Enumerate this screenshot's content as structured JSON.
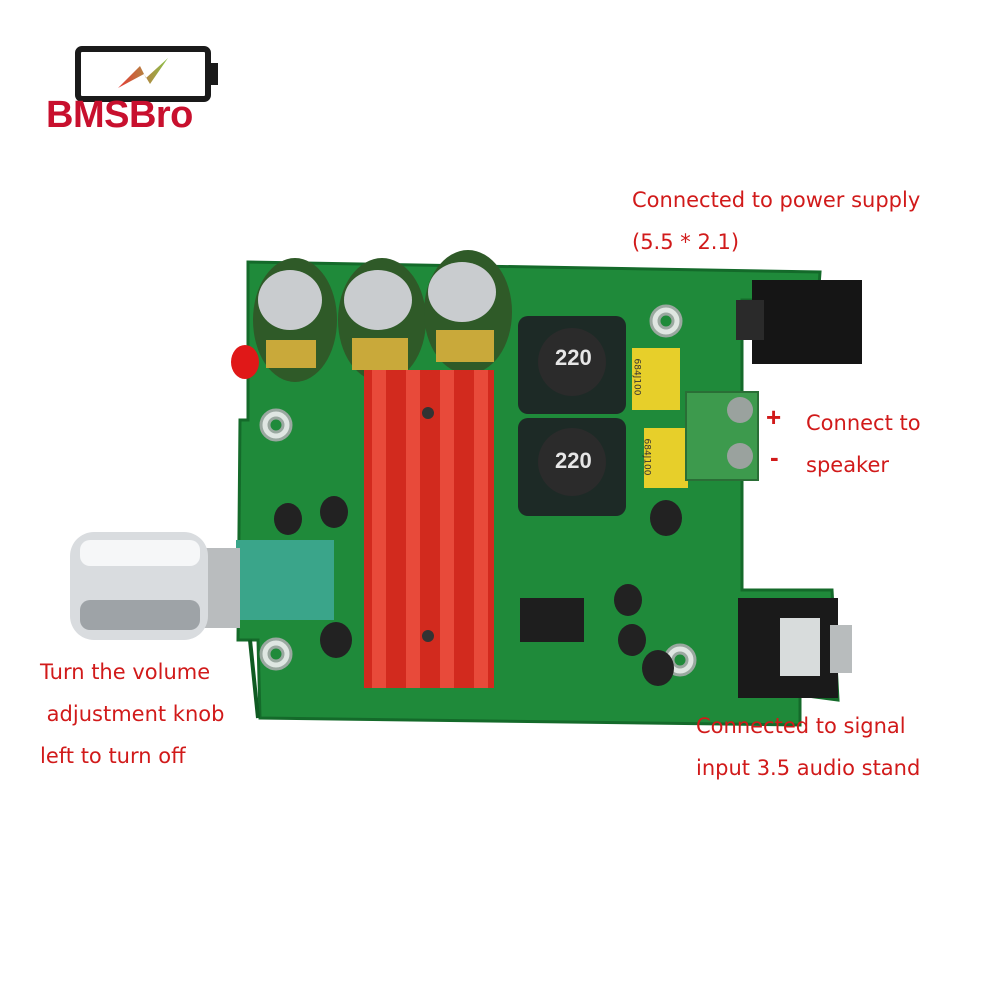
{
  "brand": {
    "name": "BMSBro",
    "color": "#c8102e",
    "bolt_gradient": [
      "#e53935",
      "#8bc34a"
    ]
  },
  "annotations": {
    "color": "#d11a1a",
    "power_line1": "Connected to power supply",
    "power_line2": "(5.5 * 2.1)",
    "plus_sign": "+",
    "minus_sign": "-",
    "speaker_line1": "Connect to",
    "speaker_line2": "speaker",
    "knob_line1": "Turn the volume",
    "knob_line2": " adjustment knob",
    "knob_line3": "left to turn off",
    "signal_line1": "Connected to signal",
    "signal_line2": "input 3.5 audio stand"
  },
  "board": {
    "pcb_color": "#1f8a3a",
    "heatsink_color": "#d22a1e",
    "inductor_marking": "220",
    "capacitor_marking": "684J100"
  }
}
